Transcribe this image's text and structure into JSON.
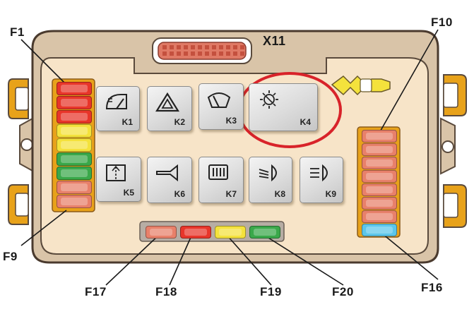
{
  "connector": {
    "label": "X11"
  },
  "fuse_labels": {
    "F1": "F1",
    "F9": "F9",
    "F10": "F10",
    "F16": "F16",
    "F17": "F17",
    "F18": "F18",
    "F19": "F19",
    "F20": "F20"
  },
  "relays": [
    {
      "id": "K1",
      "icon": "wiper-washer-icon"
    },
    {
      "id": "K2",
      "icon": "hazard-warning-icon"
    },
    {
      "id": "K3",
      "icon": "windshield-wiper-icon"
    },
    {
      "id": "K4",
      "icon": "rear-fog-defrost-icon"
    },
    {
      "id": "K5",
      "icon": "rear-wiper-icon"
    },
    {
      "id": "K6",
      "icon": "horn-icon"
    },
    {
      "id": "K7",
      "icon": "rear-window-heater-icon"
    },
    {
      "id": "K8",
      "icon": "low-beam-icon"
    },
    {
      "id": "K9",
      "icon": "high-beam-icon"
    }
  ],
  "left_fuses": [
    "red",
    "red",
    "red",
    "yellow",
    "yellow",
    "green",
    "green",
    "salmon",
    "salmon"
  ],
  "right_fuses": [
    "salmon",
    "salmon",
    "salmon",
    "salmon",
    "salmon",
    "salmon",
    "salmon",
    "blue"
  ],
  "bottom_fuses": [
    "salmon",
    "red",
    "yellow",
    "green"
  ],
  "highlight": {
    "target": "K4",
    "color": "#d8232a"
  },
  "colors": {
    "box_fill": "#f7e4c8",
    "box_border": "#5a4a3c",
    "connector_fill": "#d9c4a8",
    "red": "#e8352a",
    "yellow": "#f4e23c",
    "green": "#3aa84a",
    "salmon": "#e8806a",
    "blue": "#5cc6ea",
    "bracket": "#e8a21a"
  }
}
